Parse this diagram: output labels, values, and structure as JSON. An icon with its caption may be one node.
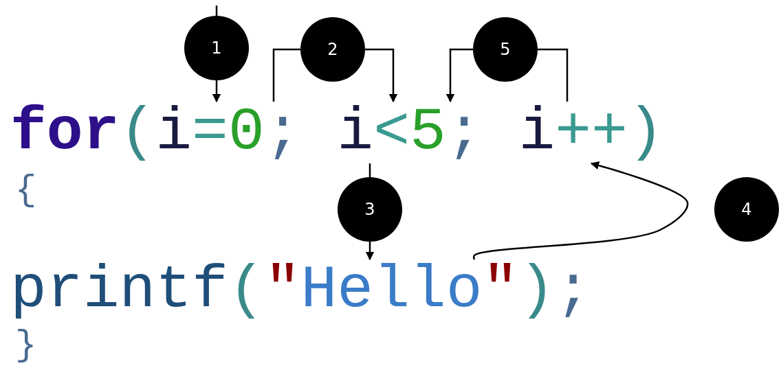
{
  "diagram": {
    "nodes": [
      {
        "text": [
          "1"
        ]
      },
      {
        "text": [
          "2"
        ]
      },
      {
        "text": [
          "5"
        ]
      },
      {
        "text": [
          "for(i=0; i<5; i++)"
        ]
      },
      {
        "text": [
          "3"
        ]
      },
      {
        "text": [
          "4"
        ]
      },
      {
        "text": [
          "printf(\"Hello\");"
        ]
      }
    ],
    "edges": [
      {
        "from": null,
        "to": 0,
        "arrow": "none"
      },
      {
        "from": 0,
        "to": 3,
        "arrow": "to"
      },
      {
        "from": 3,
        "to": 1,
        "arrow": "none"
      },
      {
        "from": 1,
        "to": 3,
        "arrow": "to"
      },
      {
        "from": 3,
        "to": 2,
        "arrow": "none"
      },
      {
        "from": 2,
        "to": 3,
        "arrow": "to"
      },
      {
        "from": 3,
        "to": 4,
        "arrow": "none"
      },
      {
        "from": 4,
        "to": 6,
        "arrow": "to"
      },
      {
        "from": 6,
        "to": 3,
        "arrow": "to"
      }
    ],
    "labels": [
      "{",
      "}"
    ]
  }
}
